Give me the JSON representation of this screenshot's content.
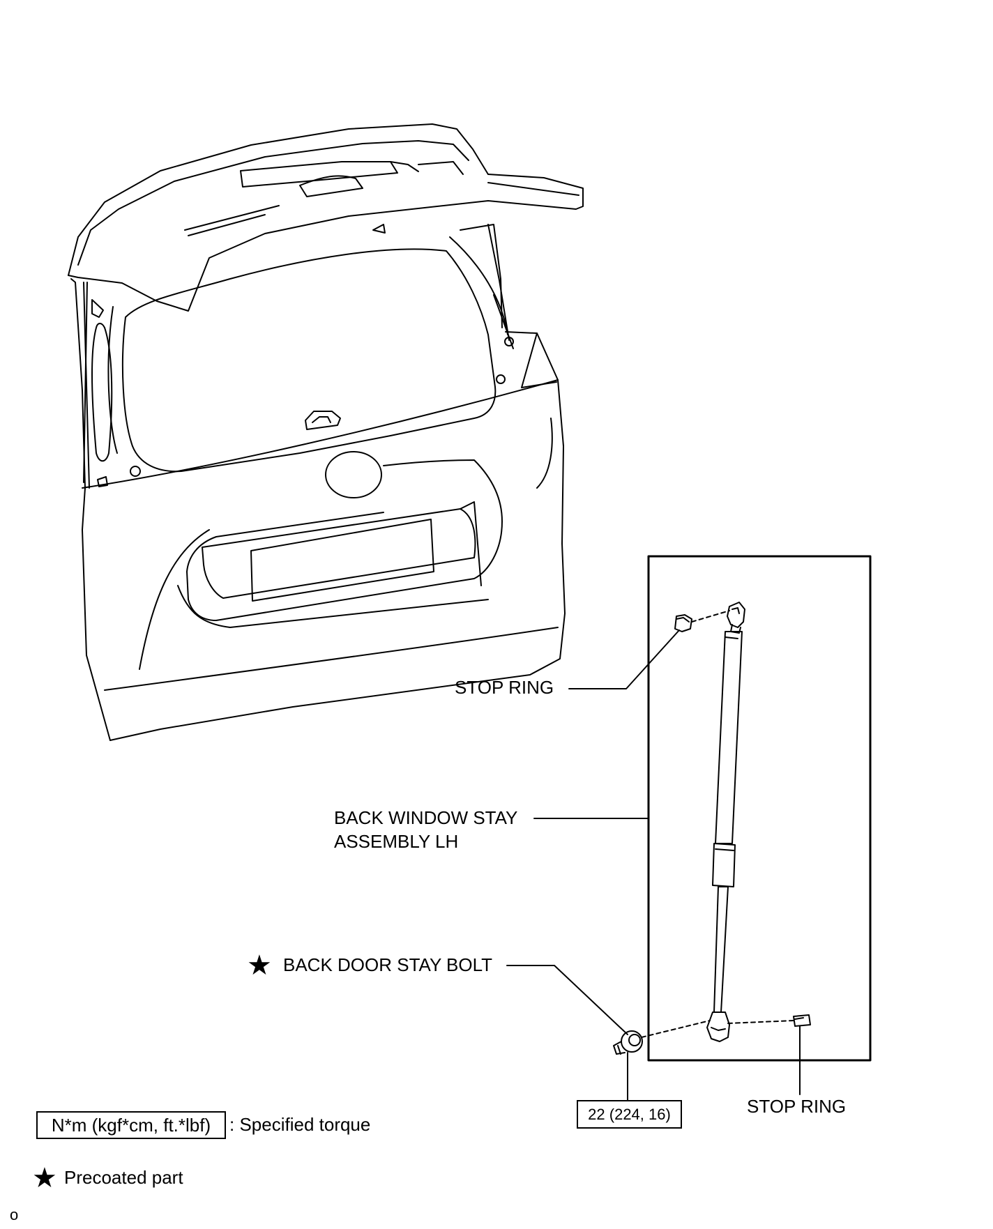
{
  "labels": {
    "stop_ring_upper": "STOP RING",
    "stay_assembly_line1": "BACK WINDOW STAY",
    "stay_assembly_line2": "ASSEMBLY LH",
    "stay_bolt": "BACK DOOR STAY BOLT",
    "stop_ring_lower": "STOP RING",
    "torque_value": "22 (224, 16)"
  },
  "legend": {
    "torque_unit": "N*m (kgf*cm, ft.*lbf)",
    "torque_desc": ": Specified torque",
    "precoated_desc": "Precoated part"
  },
  "footer": {
    "mark": "o"
  },
  "icons": {
    "precoat": "star-icon"
  },
  "colors": {
    "line": "#000000",
    "background": "#ffffff"
  }
}
